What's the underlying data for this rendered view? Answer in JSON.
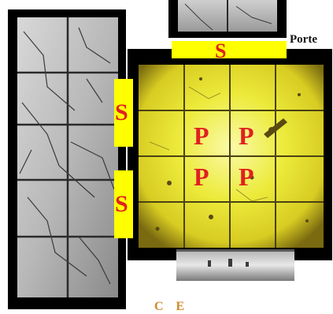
{
  "annotations": {
    "door_label": "Porte",
    "strip_top": "S",
    "strip_left_upper": "S",
    "strip_left_lower": "S",
    "plate_top_left": "P",
    "plate_top_right": "P",
    "plate_bottom_left": "P",
    "plate_bottom_right": "P",
    "bottom_caption": "C  E"
  },
  "colors": {
    "strip_marker": "#ffff00",
    "marker_letter": "#e02020",
    "panel_frame": "#000000",
    "center_panel_fill": "#e8e02a",
    "caption": "#d08a2a"
  }
}
